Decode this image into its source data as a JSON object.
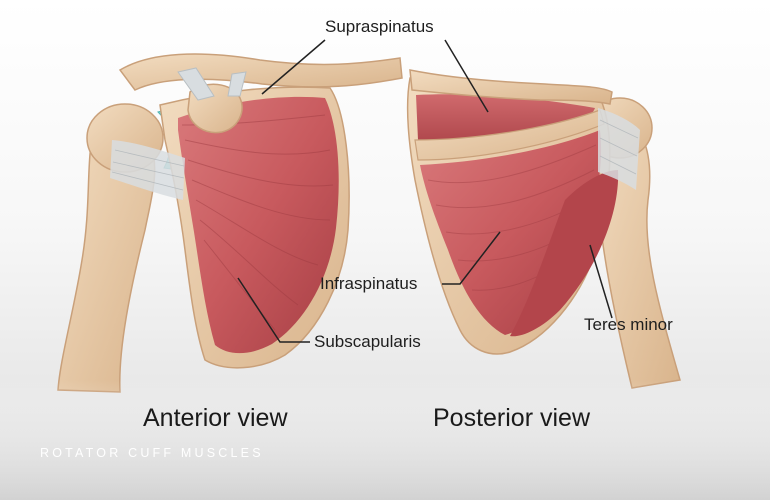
{
  "labels": {
    "supraspinatus": "Supraspinatus",
    "infraspinatus": "Infraspinatus",
    "subscapularis": "Subscapularis",
    "teres_minor": "Teres minor"
  },
  "views": {
    "anterior": "Anterior view",
    "posterior": "Posterior view"
  },
  "caption": "ROTATOR CUFF MUSCLES",
  "colors": {
    "bone": "#eac9a4",
    "bone_shadow": "#c9a07a",
    "muscle": "#c85a5e",
    "muscle_dark": "#a63e44",
    "tendon": "#d8dde0",
    "cartilage": "#7fd3d1",
    "leader": "#222222"
  }
}
